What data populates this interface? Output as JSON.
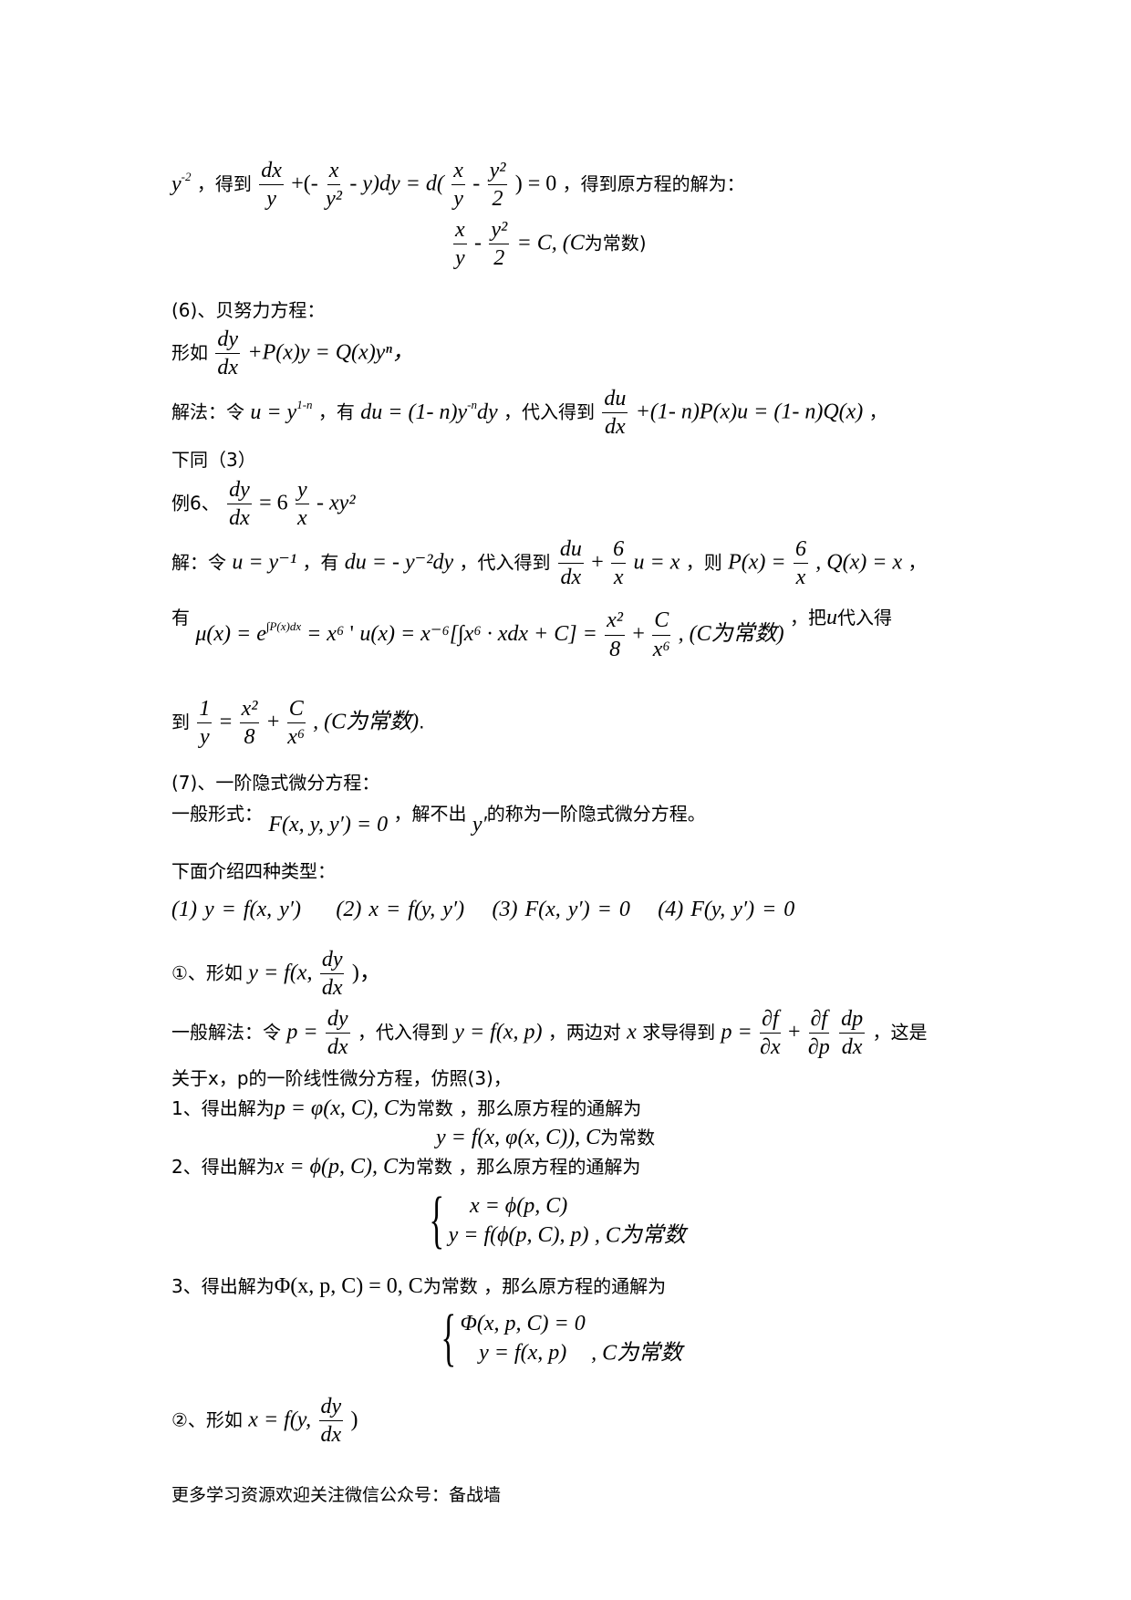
{
  "lines": {
    "l1_pre": "y",
    "l1_pre_sup": "-2",
    "l1_text1": "，得到",
    "l1_math": "+(- x/y² - y)dy = d(x/y - y²/2) = 0",
    "l1_text2": "，得到原方程的解为：",
    "l2_math": "x/y - y²/2 = C, (C为常数)",
    "sec6_title": "(6)、贝努力方程：",
    "sec6_form_label": "形如",
    "sec6_form_math": "+P(x)y = Q(x)yⁿ，",
    "sec6_method_label": "解法：令",
    "sec6_method_math1": "u = y",
    "sec6_method_sup1": "1-n",
    "sec6_method_text2": "，有",
    "sec6_method_math2": "du = (1- n)y",
    "sec6_method_sup2": "-n",
    "sec6_method_math2b": "dy",
    "sec6_method_text3": "，代入得到",
    "sec6_method_math3": "+(1- n)P(x)u = (1- n)Q(x)",
    "sec6_method_tail": "，",
    "sec6_method_next": "下同（3）",
    "ex6_label": "例6、",
    "ex6_math": "= 6",
    "ex6_math_tail": "- xy²",
    "sol_label": "解：令",
    "sol_math1": "u = y⁻¹",
    "sol_text2": "，有",
    "sol_math2": "du = - y⁻²dy",
    "sol_text3": "，代入得到",
    "sol_math3": "u = x",
    "sol_text4": "，则",
    "sol_math4a": "P(x) =",
    "sol_math4b": ", Q(x) = x",
    "sol_tail": "，",
    "have_label": "有",
    "have_math1": "μ(x) = e",
    "have_math1_sup": "∫P(x)dx",
    "have_math1b": "= x⁶",
    "have_sep": "'",
    "have_math2": "u(x) = x⁻⁶[∫x⁶ · xdx + C] =",
    "have_math2_tail": ",   (C为常数)",
    "have_text": "，把",
    "have_u": "u",
    "have_text2": "代入得",
    "to_label": "到",
    "to_math_tail": ", (C为常数)",
    "to_dot": ".",
    "sec7_title": "(7)、一阶隐式微分方程：",
    "sec7_general_label": "一般形式：",
    "sec7_general_math": "F(x, y, y′) = 0",
    "sec7_general_text": "，解不出",
    "sec7_general_y": "y′",
    "sec7_general_text2": "的称为一阶隐式微分方程。",
    "types_intro": "下面介绍四种类型：",
    "types": [
      "(1) y = f(x, y′)",
      "(2) x = f(y, y′)",
      "(3) F(x, y′) = 0",
      "(4) F(y, y′) = 0"
    ],
    "c1_label": "①、形如",
    "c1_math": "y = f(x,",
    "c1_tail": ")，",
    "gm_label": "一般解法：令",
    "gm_math1": "p =",
    "gm_text2": "，代入得到",
    "gm_math2": "y = f(x, p)",
    "gm_text3": "，两边对",
    "gm_x": "x",
    "gm_text4": "求导得到",
    "gm_math3": "p =",
    "gm_tail": "，这是",
    "gm_next": "关于x，p的一阶线性微分方程，仿照(3)，",
    "s1_text": "1、得出解为",
    "s1_math": "p = φ(x, C), C",
    "s1_text2": "为常数 ，那么原方程的通解为",
    "s1_result": "y = f(x, φ(x, C)), C",
    "s1_result_tail": "为常数",
    "s2_text": "2、得出解为",
    "s2_math": "x = ϕ(p, C), C",
    "s2_text2": "为常数 ，那么原方程的通解为",
    "s2_row1": "x = ϕ(p, C)",
    "s2_row2": "y = f(ϕ(p, C), p)",
    "s2_tail": ", C为常数",
    "s3_text": "3、得出解为",
    "s3_math": "Φ(x, p, C) = 0, C",
    "s3_text2": "为常数 ，那么原方程的通解为",
    "s3_row1": "Φ(x, p, C) = 0",
    "s3_row2": "y = f(x, p)",
    "s3_tail": ", C为常数",
    "c2_label": "②、形如",
    "c2_math": "x = f(y,",
    "c2_tail": ")",
    "footer": "更多学习资源欢迎关注微信公众号：备战墙"
  },
  "fracs": {
    "dx_y": [
      "dx",
      "y"
    ],
    "x_y2": [
      "x",
      "y²"
    ],
    "x_y": [
      "x",
      "y"
    ],
    "y2_2": [
      "y²",
      "2"
    ],
    "dy_dx": [
      "dy",
      "dx"
    ],
    "du_dx": [
      "du",
      "dx"
    ],
    "six_x": [
      "6",
      "x"
    ],
    "y_x": [
      "y",
      "x"
    ],
    "x2_8": [
      "x²",
      "8"
    ],
    "C_x6": [
      "C",
      "x⁶"
    ],
    "one_y": [
      "1",
      "y"
    ],
    "df_dx": [
      "∂f",
      "∂x"
    ],
    "df_dp": [
      "∂f",
      "∂p"
    ],
    "dp_dx": [
      "dp",
      "dx"
    ]
  }
}
